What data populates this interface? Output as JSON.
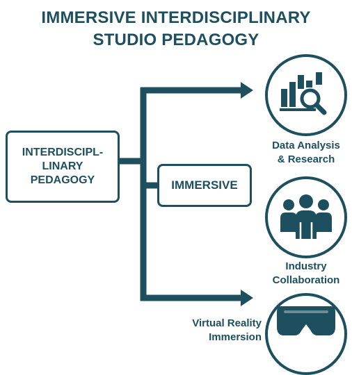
{
  "title": {
    "line1": "IMMERSIVE INTERDISCIPLINARY",
    "line2": "STUDIO PEDAGOGY"
  },
  "source_box": {
    "line1": "INTERDISCIPL-",
    "line2": "LINARY",
    "line3": "PEDAGOGY"
  },
  "middle_box": {
    "label": "IMMERSIVE"
  },
  "outcomes": [
    {
      "line1": "Data Analysis",
      "line2": "& Research",
      "icon": "bar-chart-magnifier-icon"
    },
    {
      "line1": "Industry",
      "line2": "Collaboration",
      "icon": "people-group-icon"
    },
    {
      "line1": "Virtual Reality",
      "line2": "Immersion",
      "icon": "vr-headset-icon"
    }
  ],
  "colors": {
    "primary": "#1e4f5e",
    "background": "#ffffff"
  }
}
